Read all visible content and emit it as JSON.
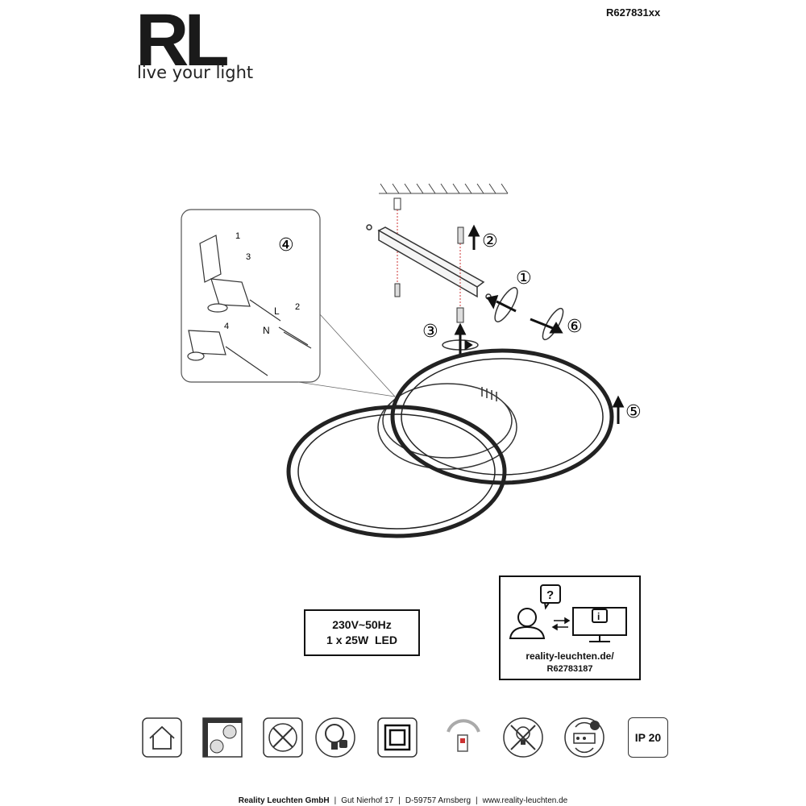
{
  "brand": {
    "logo": "RL",
    "tagline": "live your light"
  },
  "model_code": "R627831xx",
  "detail_labels": {
    "step1": "1",
    "step3": "3",
    "step4": "4",
    "live": "L",
    "neutral": "N",
    "wire_step": "2"
  },
  "step_numbers": {
    "s1": "①",
    "s2": "②",
    "s3": "③",
    "s4": "④",
    "s5": "⑤",
    "s6": "⑥"
  },
  "spec": {
    "voltage": "230V~50Hz",
    "power": "1 x 25W  LED"
  },
  "info": {
    "url": "reality-leuchten.de/",
    "code": "R62783187"
  },
  "ip_rating": "IP 20",
  "footer": {
    "company": "Reality Leuchten GmbH",
    "street": "Gut Nierhof 17",
    "city": "D-59757 Arnsberg",
    "web": "www.reality-leuchten.de"
  }
}
